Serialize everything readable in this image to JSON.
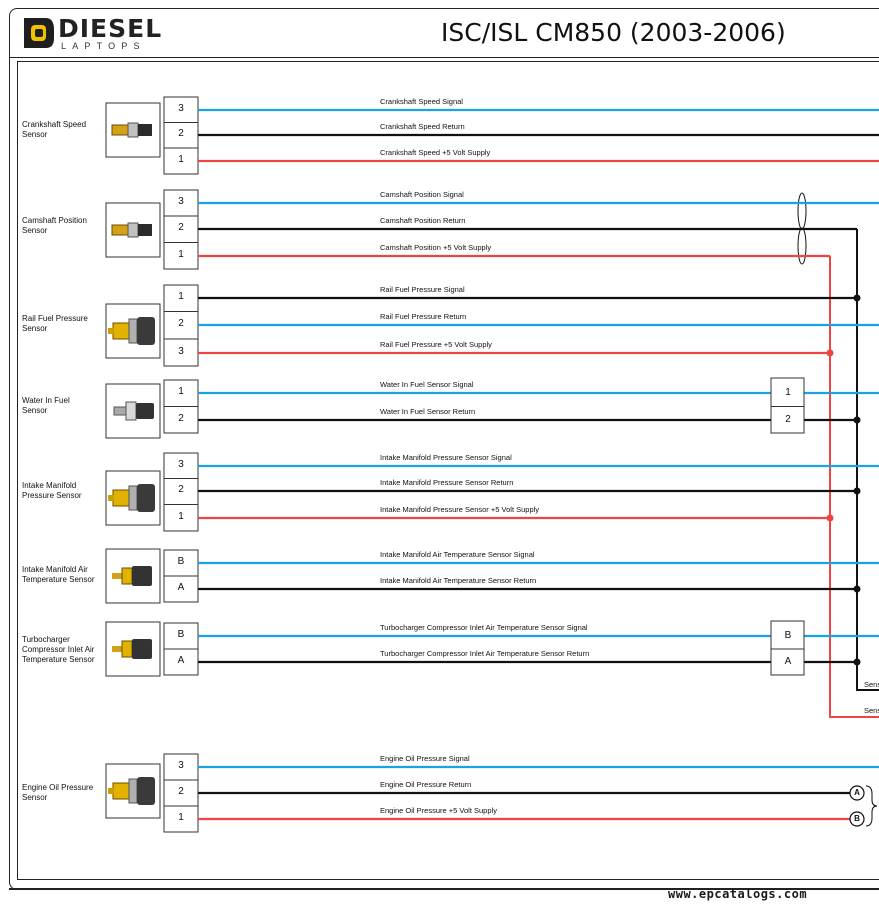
{
  "header": {
    "logo_word": "DIESEL",
    "logo_sub": "LAPTOPS",
    "title": "ISC/ISL CM850 (2003-2006)"
  },
  "watermark": "www.epcatalogs.com",
  "colors": {
    "signal": "#1aa3e0",
    "return": "#111111",
    "supply": "#ee4444"
  },
  "sensors": [
    {
      "name": "Crankshaft Speed\nSensor",
      "icon": "crank-sensor-icon",
      "pins": [
        {
          "pin": "3",
          "label": "Crankshaft Speed Signal",
          "type": "signal"
        },
        {
          "pin": "2",
          "label": "Crankshaft Speed Return",
          "type": "return"
        },
        {
          "pin": "1",
          "label": "Crankshaft Speed +5 Volt Supply",
          "type": "supply"
        }
      ]
    },
    {
      "name": "Camshaft Position\nSensor",
      "icon": "cam-sensor-icon",
      "pins": [
        {
          "pin": "3",
          "label": "Camshaft Position Signal",
          "type": "signal"
        },
        {
          "pin": "2",
          "label": "Camshaft Position Return",
          "type": "return"
        },
        {
          "pin": "1",
          "label": "Camshaft Position +5 Volt Supply",
          "type": "supply"
        }
      ]
    },
    {
      "name": "Rail Fuel Pressure\nSensor",
      "icon": "pressure-sensor-icon",
      "pins": [
        {
          "pin": "1",
          "label": "Rail Fuel Pressure Signal",
          "type": "return"
        },
        {
          "pin": "2",
          "label": "Rail Fuel Pressure Return",
          "type": "signal"
        },
        {
          "pin": "3",
          "label": "Rail Fuel Pressure +5 Volt Supply",
          "type": "supply"
        }
      ]
    },
    {
      "name": "Water In Fuel\nSensor",
      "icon": "wif-sensor-icon",
      "pins": [
        {
          "pin": "1",
          "label": "Water In Fuel Sensor Signal",
          "type": "signal",
          "connector": "1"
        },
        {
          "pin": "2",
          "label": "Water In Fuel Sensor Return",
          "type": "return",
          "connector": "2"
        }
      ]
    },
    {
      "name": "Intake Manifold\nPressure Sensor",
      "icon": "pressure-sensor-icon",
      "pins": [
        {
          "pin": "3",
          "label": "Intake Manifold Pressure Sensor Signal",
          "type": "signal"
        },
        {
          "pin": "2",
          "label": "Intake Manifold Pressure Sensor Return",
          "type": "return"
        },
        {
          "pin": "1",
          "label": "Intake Manifold Pressure Sensor +5 Volt Supply",
          "type": "supply"
        }
      ]
    },
    {
      "name": "Intake Manifold Air\nTemperature Sensor",
      "icon": "temp-sensor-icon",
      "pins": [
        {
          "pin": "B",
          "label": "Intake Manifold Air Temperature Sensor Signal",
          "type": "signal"
        },
        {
          "pin": "A",
          "label": "Intake Manifold Air Temperature Sensor Return",
          "type": "return"
        }
      ]
    },
    {
      "name": "Turbocharger\nCompressor Inlet Air\nTemperature Sensor",
      "icon": "temp-sensor-icon",
      "pins": [
        {
          "pin": "B",
          "label": "Turbocharger Compressor Inlet Air Temperature Sensor Signal",
          "type": "signal",
          "connector": "B"
        },
        {
          "pin": "A",
          "label": "Turbocharger Compressor Inlet Air Temperature Sensor Return",
          "type": "return",
          "connector": "A"
        }
      ]
    },
    {
      "name": "Engine Oil Pressure\nSensor",
      "icon": "pressure-sensor-icon",
      "pins": [
        {
          "pin": "3",
          "label": "Engine Oil Pressure Signal",
          "type": "signal"
        },
        {
          "pin": "2",
          "label": "Engine Oil Pressure Return",
          "type": "return",
          "terminal": "A"
        },
        {
          "pin": "1",
          "label": "Engine Oil Pressure +5 Volt Supply",
          "type": "supply",
          "terminal": "B"
        }
      ]
    }
  ],
  "bus_labels": {
    "return": "Sens",
    "supply": "Sens"
  }
}
